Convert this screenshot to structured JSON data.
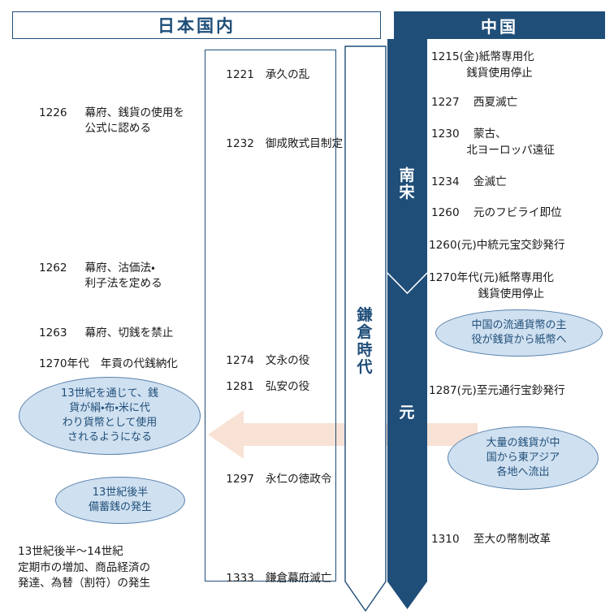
{
  "headers": {
    "japan": "日本国内",
    "china": "中国"
  },
  "colors": {
    "dark_blue": "#1f4e79",
    "ellipse_fill": "#cfe0f0",
    "ellipse_stroke": "#5a82ad",
    "arrow_fill": "#f8e2d5",
    "arrow_over_band": "#b9babb",
    "text": "#1a1a1a"
  },
  "eras": {
    "japan": {
      "label": "鎌倉時代",
      "chars": [
        "鎌",
        "倉",
        "時",
        "代"
      ]
    },
    "china": [
      {
        "label": "南宋",
        "chars": [
          "南",
          "宋"
        ]
      },
      {
        "label": "元",
        "chars": [
          "元"
        ]
      }
    ]
  },
  "japan_left_events": [
    {
      "year": "1226",
      "text": "幕府、銭貨の使用を\n公式に認める",
      "indent": 58
    },
    {
      "year": "1262",
      "text": "幕府、沽価法・\n利子法を定める",
      "indent": 58
    },
    {
      "year": "1263",
      "text": "幕府、切銭を禁止",
      "indent": 58
    },
    {
      "year": "1270年代",
      "text": "年貢の代銭納化",
      "indent": 90
    }
  ],
  "japan_left_note": "13世紀後半〜14世紀\n定期市の増加、商品経済の\n発達、為替（割符）の発生",
  "japan_middle_events": [
    {
      "year": "1221",
      "text": "承久の乱"
    },
    {
      "year": "1232",
      "text": "御成敗式目制定"
    },
    {
      "year": "1274",
      "text": "文永の役"
    },
    {
      "year": "1281",
      "text": "弘安の役"
    },
    {
      "year": "1297",
      "text": "永仁の徳政令"
    },
    {
      "year": "1333",
      "text": "鎌倉幕府滅亡"
    }
  ],
  "china_events": [
    {
      "year": "1215(金)",
      "text": "紙幣専用化\n          銭貨使用停止",
      "joined": "1215(金)紙幣専用化\n          銭貨使用停止"
    },
    {
      "year": "1227",
      "text": "西夏滅亡",
      "joined": "1227    西夏滅亡"
    },
    {
      "year": "1230",
      "text": "蒙古、\n北ヨーロッパ遠征",
      "joined": "1230    蒙古、\n          北ヨーロッパ遠征"
    },
    {
      "year": "1234",
      "text": "金滅亡",
      "joined": "1234    金滅亡"
    },
    {
      "year": "1260",
      "text": "元のフビライ即位",
      "joined": "1260    元のフビライ即位"
    },
    {
      "year": "1260(元)",
      "text": "中統元宝交鈔発行",
      "joined": "1260(元)中統元宝交鈔発行"
    },
    {
      "year": "1270年代(元)",
      "text": "紙幣専用化\n銭貨使用停止",
      "joined": "1270年代(元)紙幣専用化\n              銭貨使用停止"
    },
    {
      "year": "1287(元)",
      "text": "至元通行宝鈔発行",
      "joined": "1287(元)至元通行宝鈔発行"
    },
    {
      "year": "1310",
      "text": "至大の幣制改革",
      "joined": "1310    至大の幣制改革"
    }
  ],
  "callouts": [
    {
      "id": "jp-coin-currency",
      "text": "13世紀を通じて、銭\n貨が絹・布・米に代\nわり貨幣として使用\nされるようになる"
    },
    {
      "id": "jp-hoarding",
      "text": "13世紀後半\n備蓄銭の発生"
    },
    {
      "id": "cn-paper-money",
      "text": "中国の流通貨幣の主\n役が銭貨から紙幣へ"
    },
    {
      "id": "cn-coin-outflow",
      "text": "大量の銭貨が中\n国から東アジア\n各地へ流出"
    }
  ],
  "flow_arrow": {
    "direction": "right-to-left",
    "meaning": "銭貨が中国から日本へ流入"
  }
}
